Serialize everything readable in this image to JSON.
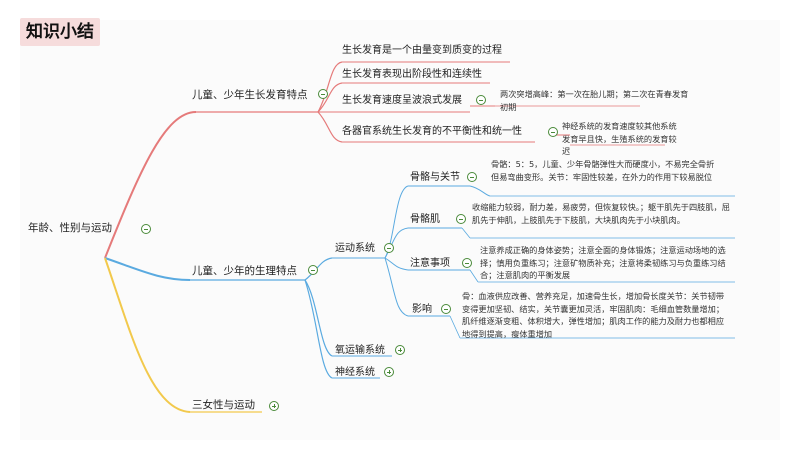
{
  "title_tag": "知识小结",
  "root": "年龄、性别与运动",
  "branch1": {
    "label": "儿童、少年生长发育特点",
    "items": [
      "生长发育是一个由量变到质变的过程",
      "生长发育表现出阶段性和连续性",
      "生长发育速度呈波浪式发展",
      "各器官系统生长发育的不平衡性和统一性"
    ],
    "notes": {
      "wave": "两次突增高峰：第一次在胎儿期；第二次在青春发育初期",
      "balance": "神经系统的发育速度较其他系统发育早且快，生殖系统的发育较迟"
    }
  },
  "branch2": {
    "label": "儿童、少年的生理特点",
    "motor": {
      "label": "运动系统",
      "children": [
        {
          "label": "骨骼与关节",
          "note": "骨骼：5：5，儿童、少年骨骼弹性大而硬度小，不易完全骨折但易弯曲变形。关节：牢固性较差，在外力的作用下较易脱位"
        },
        {
          "label": "骨骼肌",
          "note": "收缩能力较弱，耐力差，易疲劳，但恢复较快。；躯干肌先于四肢肌，屈肌先于伸肌，上肢肌先于下肢肌，大块肌肉先于小块肌肉。"
        },
        {
          "label": "注意事项",
          "note": "注意养成正确的身体姿势；注意全面的身体锻炼；注意运动场地的选择；慎用负重练习；注意矿物质补充；注意将柔韧练习与负重练习结合；注意肌肉的平衡发展"
        },
        {
          "label": "影响",
          "note": "骨：血液供应改善、营养充足，加速骨生长，增加骨长度关节：关节韧带变得更加坚韧、结实，关节囊更加灵活，牢固肌肉：毛细血管数量增加；肌纤维逐渐变粗、体积增大，弹性增加；肌肉工作的能力及耐力也都相应地得到提高，瘦体重增加"
        }
      ]
    },
    "others": [
      "氧运输系统",
      "神经系统"
    ]
  },
  "branch3": {
    "label": "三女性与运动"
  },
  "colors": {
    "red_branch": "#e57a7a",
    "blue_branch": "#5aaae0",
    "yellow_branch": "#f2c94c",
    "title_bg": "#f6dcdc",
    "toggle": "#4a8a3a"
  }
}
